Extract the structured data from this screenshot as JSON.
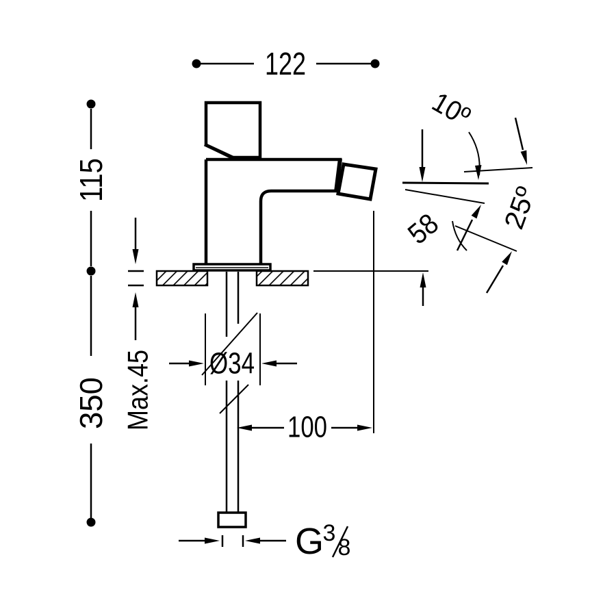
{
  "drawing": {
    "labels": {
      "width": "122",
      "height": "115",
      "supply_length": "350",
      "max_deck": "Max.45",
      "base_diameter": "Ø34",
      "projection": "100",
      "outlet_height": "58",
      "spout_angle": "10º",
      "outlet_angle": "25º",
      "thread_prefix": "G",
      "thread_numerator": "3",
      "thread_denominator": "8"
    },
    "colors": {
      "ink": "#000000",
      "paper": "#ffffff"
    }
  }
}
